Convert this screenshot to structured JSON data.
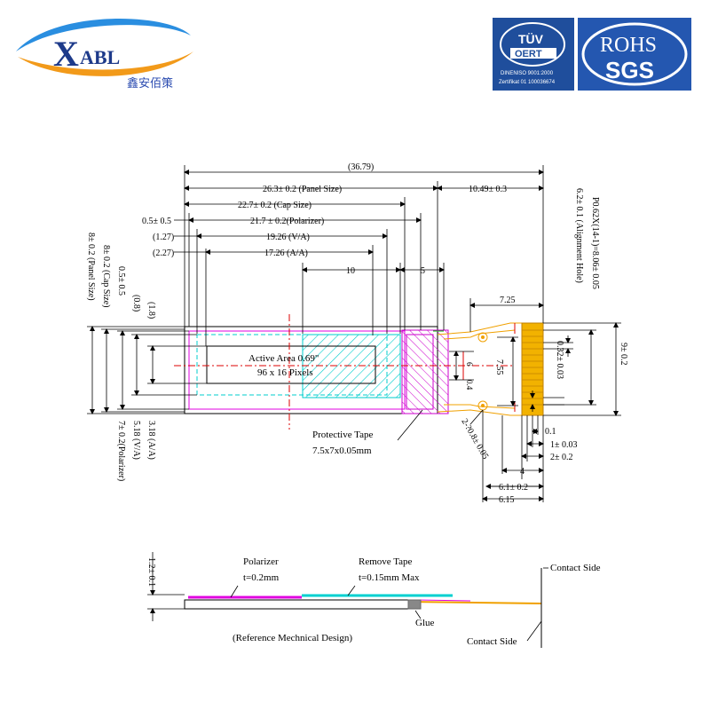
{
  "brand": {
    "logo_prefix": "X",
    "logo_rest": "ABL",
    "chinese_name": "鑫安佰策"
  },
  "certifications": {
    "tuv_top": "TÜV",
    "tuv_mid": "OERT",
    "tuv_line1": "DINENISO 9001:2000",
    "tuv_line2": "Zertifikat 01  100036674",
    "rohs": "ROHS",
    "sgs": "SGS"
  },
  "colors": {
    "tuv_blue": "#1f4e9c",
    "rohs_blue": "#2457b0",
    "polarizer": "#e000e0",
    "active_area": "#00cccc",
    "protective_tape": "#cc00cc",
    "fpc": "#f0a000",
    "center": "#dd0000",
    "remove_tape": "#00d0d0",
    "glue": "#888888"
  },
  "top_view": {
    "dims_top": {
      "overall": "(36.79)",
      "panel": "26.3± 0.2 (Panel Size)",
      "fpc": "10.49± 0.3",
      "cap": "22.7± 0.2 (Cap Size)",
      "polarizer": "21.7 ± 0.2(Polarizer)",
      "offset_05": "0.5± 0.5",
      "va": "19.26 (V/A)",
      "offset_127": "(1.27)",
      "aa": "17.26 (A/A)",
      "offset_227": "(2.27)",
      "d10": "10",
      "d5": "5",
      "d725": "7.25"
    },
    "dims_left": {
      "panel": "8± 0.2 (Panel Size)",
      "cap": "8± 0.2 (Cap Size)",
      "d05": "0.5± 0.5",
      "d08": "(0.8)",
      "d18": "(1.8)",
      "aa": "3.18 (A/A)",
      "va": "5.18 (V/A)",
      "polarizer": "7± 0.2(Polarizer)"
    },
    "dims_right": {
      "pitch": "P0.62X(14-1)=8.06± 0.05",
      "align": "6.2± 0.1 (Alignment Hole)",
      "d9": "9± 0.2",
      "d032": "0.32± 0.03",
      "d755": "7.55",
      "d6": "6",
      "d04": "0.4",
      "hole": "2-?0.8± 0.05"
    },
    "dims_bottom": {
      "d01": "0.1",
      "d1": "1± 0.03",
      "d2": "2± 0.2",
      "d4": "4",
      "d61": "6.1± 0.2",
      "d615": "6.15"
    },
    "active_area_line1": "Active Area 0.69\"",
    "active_area_line2": "96 x 16 Pixels",
    "protective_tape_line1": "Protective Tape",
    "protective_tape_line2": "7.5x7x0.05mm"
  },
  "side_view": {
    "thickness": "1.2± 0.1",
    "polarizer": "Polarizer",
    "polarizer_t": "t=0.2mm",
    "remove_tape": "Remove Tape",
    "remove_tape_t": "t=0.15mm Max",
    "glue": "Glue",
    "contact_side_top": "Contact Side",
    "contact_side_bottom": "Contact Side",
    "caption": "(Reference Mechnical Design)"
  }
}
